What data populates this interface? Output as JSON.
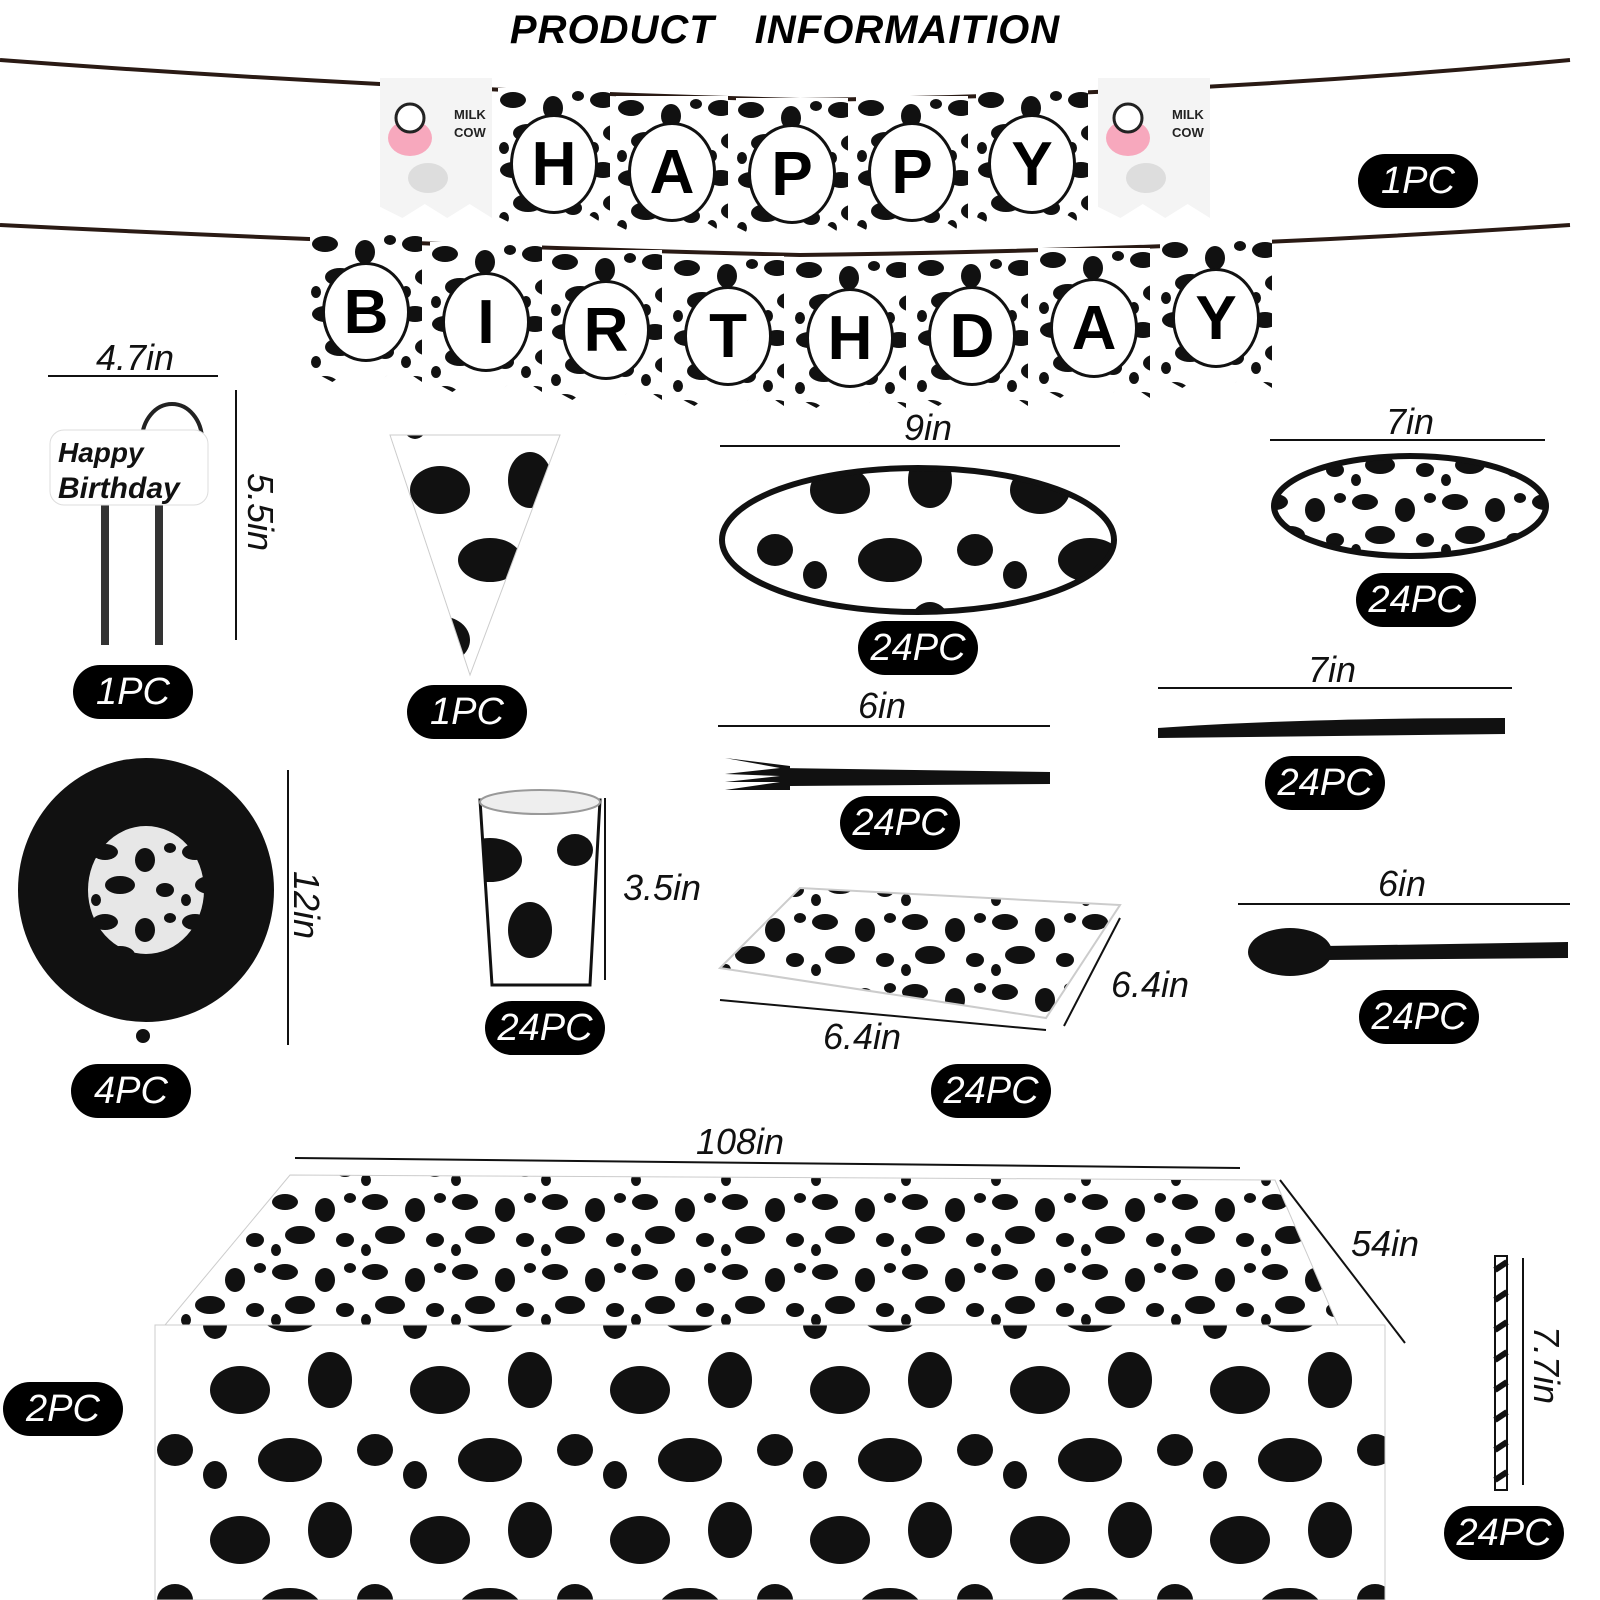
{
  "title": "PRODUCT   INFORMAITION",
  "banner": {
    "row1": [
      "H",
      "A",
      "P",
      "P",
      "Y"
    ],
    "row2": [
      "B",
      "I",
      "R",
      "T",
      "H",
      "D",
      "A",
      "Y"
    ],
    "cow_flag_text": "MILK COW",
    "quantity": "1PC"
  },
  "cake_topper": {
    "text1": "Happy",
    "text2": "Birthday",
    "width": "4.7in",
    "height": "5.5in",
    "quantity": "1PC"
  },
  "pennant": {
    "quantity": "1PC"
  },
  "large_plate": {
    "diameter": "9in",
    "quantity": "24PC"
  },
  "small_plate": {
    "diameter": "7in",
    "quantity": "24PC"
  },
  "fork": {
    "length": "6in",
    "quantity": "24PC"
  },
  "knife": {
    "length": "7in",
    "quantity": "24PC"
  },
  "balloon": {
    "size": "12in",
    "quantity": "4PC"
  },
  "cup": {
    "height": "3.5in",
    "quantity": "24PC"
  },
  "napkin": {
    "width": "6.4in",
    "depth": "6.4in",
    "quantity": "24PC"
  },
  "spoon": {
    "length": "6in",
    "quantity": "24PC"
  },
  "tablecloth": {
    "length": "108in",
    "width": "54in",
    "quantity": "2PC"
  },
  "straw": {
    "length": "7.7in",
    "quantity": "24PC"
  }
}
